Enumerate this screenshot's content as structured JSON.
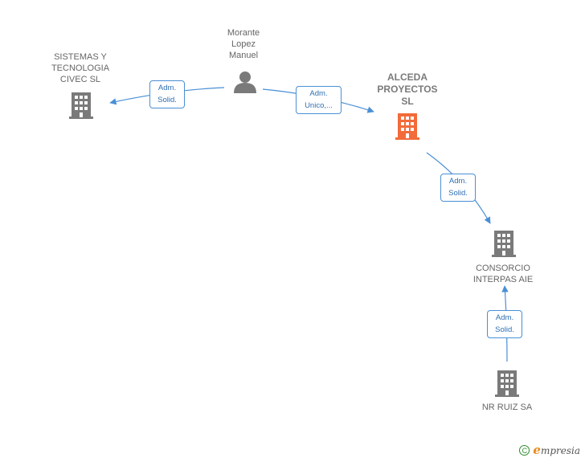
{
  "nodes": {
    "person": {
      "label": "Morante\nLopez\nManuel",
      "icon": "person-icon",
      "color": "#7a7a7a"
    },
    "sistemas": {
      "label": "SISTEMAS Y\nTECNOLOGIA\nCIVEC  SL",
      "icon": "building-icon",
      "color": "#7a7a7a"
    },
    "alceda": {
      "label": "ALCEDA\nPROYECTOS\nSL",
      "icon": "building-icon",
      "color": "#f26b3a"
    },
    "consorcio": {
      "label": "CONSORCIO\nINTERPAS  AIE",
      "icon": "building-icon",
      "color": "#7a7a7a"
    },
    "nrruiz": {
      "label": "NR RUIZ SA",
      "icon": "building-icon",
      "color": "#7a7a7a"
    }
  },
  "edges": [
    {
      "from": "person",
      "to": "sistemas",
      "label": "Adm.\nSolid."
    },
    {
      "from": "person",
      "to": "alceda",
      "label": "Adm.\nUnico,..."
    },
    {
      "from": "alceda",
      "to": "consorcio",
      "label": "Adm.\nSolid."
    },
    {
      "from": "nrruiz",
      "to": "consorcio",
      "label": "Adm.\nSolid."
    }
  ],
  "colors": {
    "edge": "#4a8fd6",
    "focus": "#f26b3a",
    "neutral": "#7a7a7a"
  },
  "footer": {
    "copyright_symbol": "C",
    "brand_initial": "e",
    "brand_rest": "mpresia"
  }
}
